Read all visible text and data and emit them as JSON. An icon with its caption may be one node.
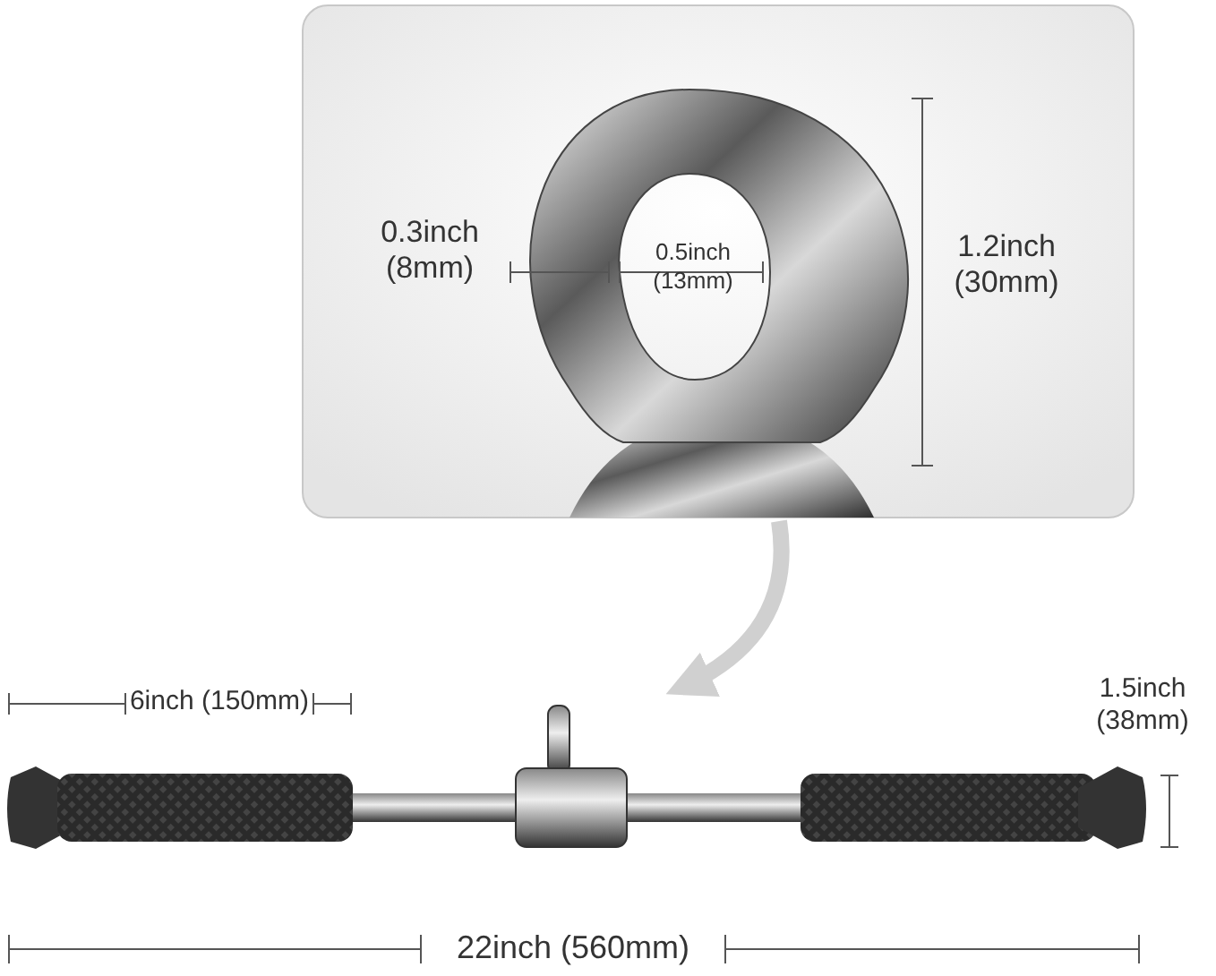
{
  "diagram": {
    "nodes": [
      {
        "text": [],
        "shape": "picture"
      },
      {
        "text": [],
        "shape": "picture"
      }
    ],
    "edges": [
      {
        "from": 0,
        "to": 1,
        "arrow": "to"
      }
    ],
    "labels": [
      "0.3inch (8mm)",
      "0.5inch (13mm)",
      "1.2inch (30mm)",
      "6inch (150mm)",
      "1.5inch (38mm)",
      "22inch (560mm)"
    ]
  }
}
